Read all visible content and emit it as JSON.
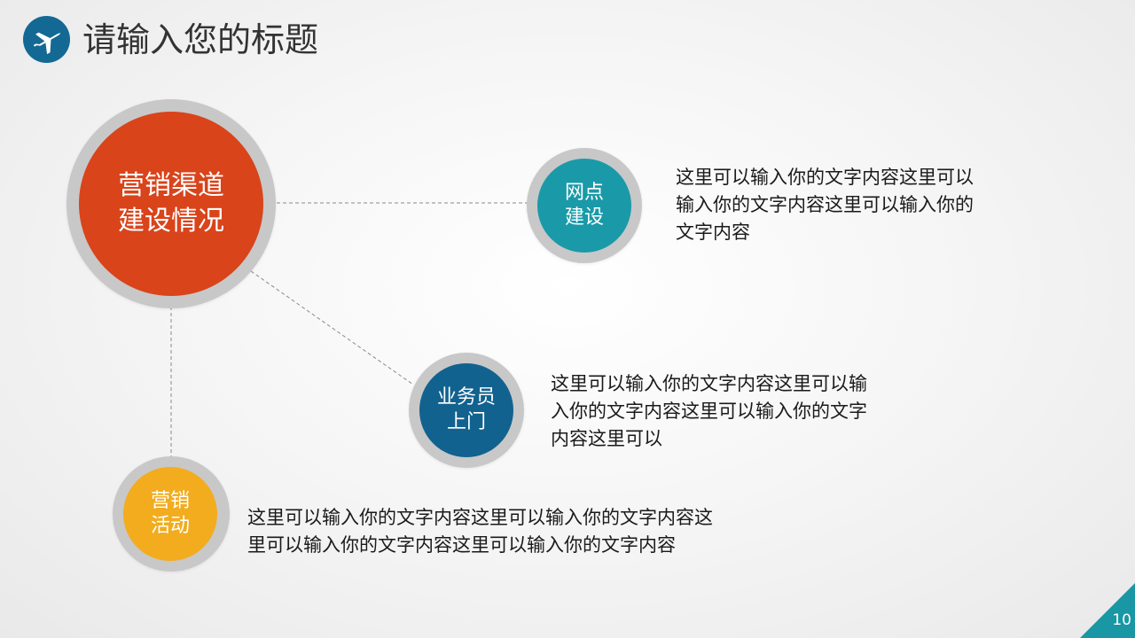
{
  "header": {
    "title": "请输入您的标题",
    "icon": "airplane-icon",
    "icon_color": "#136994"
  },
  "main_node": {
    "lines": [
      "营销渠道",
      "建设情况"
    ],
    "color": "#d9441b",
    "ring_color": "#c8c8c8"
  },
  "nodes": [
    {
      "id": "network-construction",
      "lines": [
        "网点",
        "建设"
      ],
      "color": "#1a9aa8",
      "description_lines": [
        "这里可以输入你的文字内容这里可以",
        "输入你的文字内容这里可以输入你的",
        "文字内容"
      ]
    },
    {
      "id": "salesperson-visit",
      "lines": [
        "业务员",
        "上门"
      ],
      "color": "#12628f",
      "description_lines": [
        "这里可以输入你的文字内容这里可以输",
        "入你的文字内容这里可以输入你的文字",
        "内容这里可以"
      ]
    },
    {
      "id": "marketing-activity",
      "lines": [
        "营销",
        "活动"
      ],
      "color": "#f2ac1e",
      "description_lines": [
        "这里可以输入你的文字内容这里可以输入你的文字内容这",
        "里可以输入你的文字内容这里可以输入你的文字内容"
      ]
    }
  ],
  "footer": {
    "page_number": "10",
    "corner_color": "#1997a5"
  }
}
